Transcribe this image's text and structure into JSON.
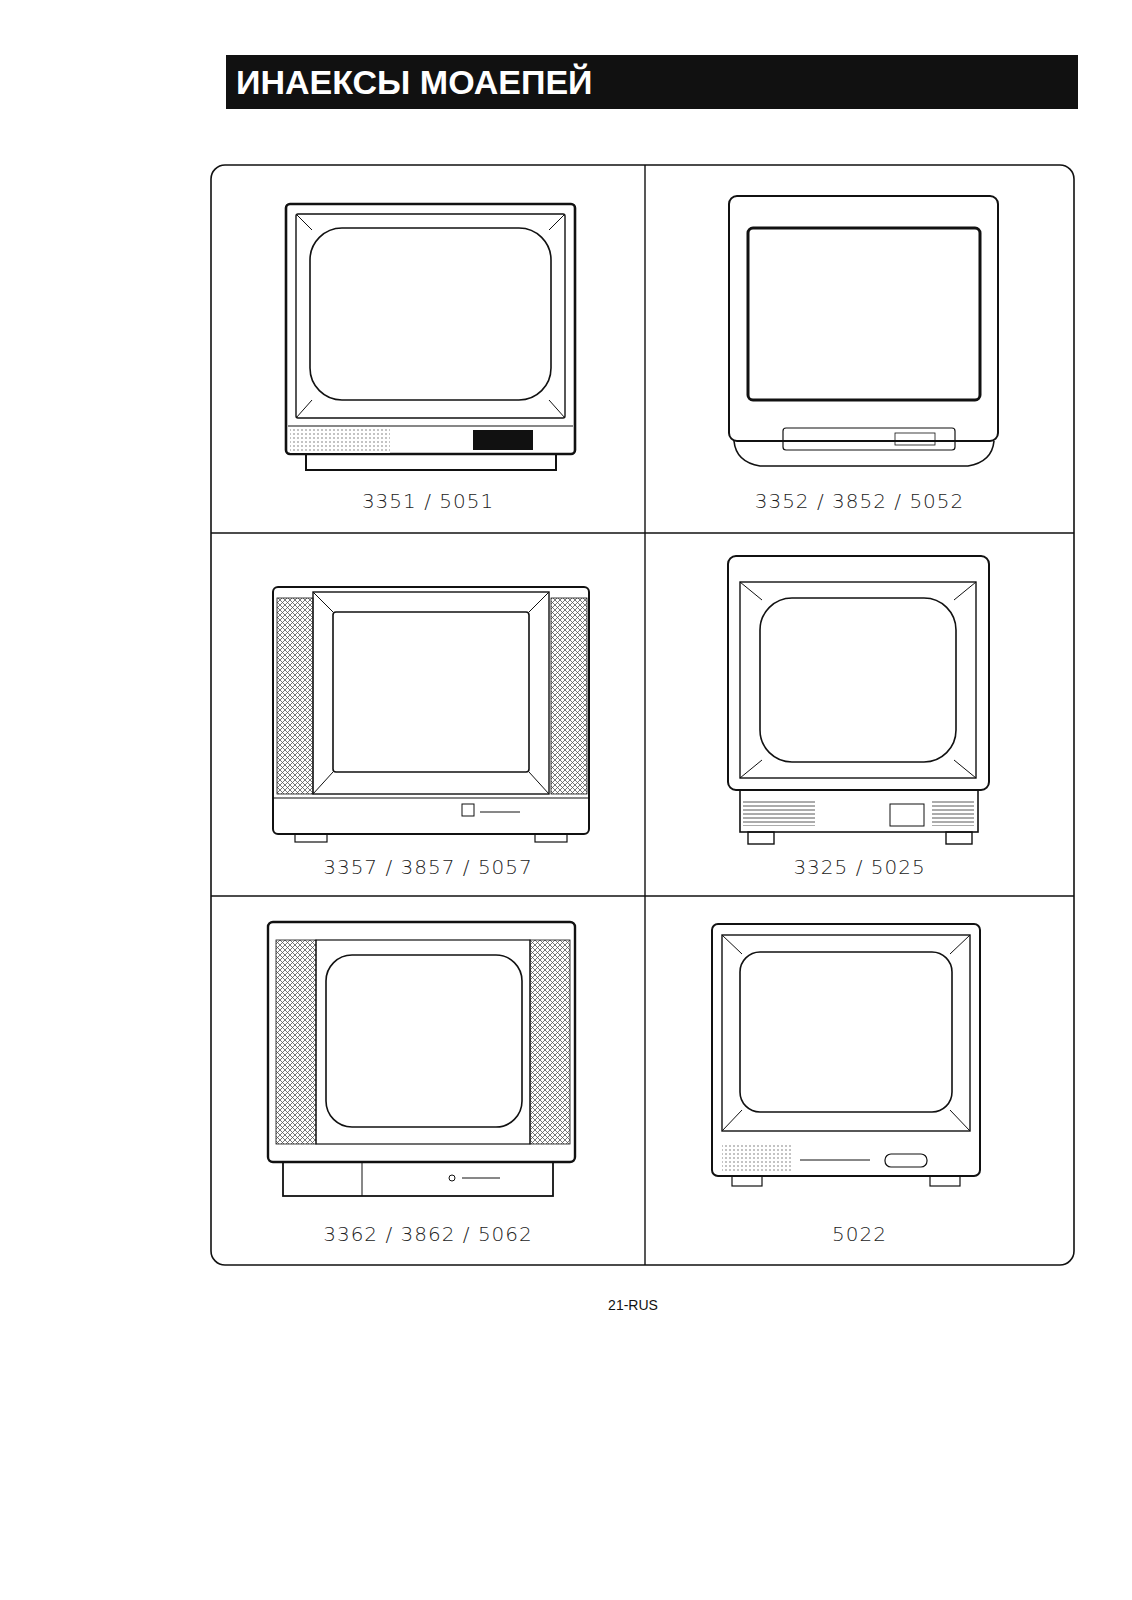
{
  "diagram": {
    "title": "ИНАЕКСЫ МОАЕПЕЙ",
    "nodes": [
      {
        "text": [
          "3351 / 5051"
        ]
      },
      {
        "text": [
          "3352 / 3852 / 5052"
        ]
      },
      {
        "text": [
          "3357 / 3857 / 5057"
        ]
      },
      {
        "text": [
          "3325 / 5025"
        ]
      },
      {
        "text": [
          "3362 / 3862 / 5062"
        ]
      },
      {
        "text": [
          "5022"
        ]
      }
    ],
    "labels": [
      "21-RUS"
    ]
  }
}
